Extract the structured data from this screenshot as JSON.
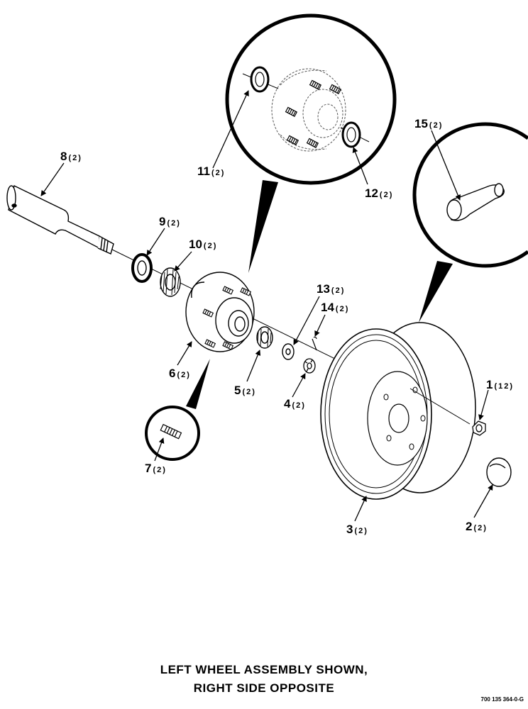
{
  "callouts": [
    {
      "id": "1",
      "qty": "(12)"
    },
    {
      "id": "2",
      "qty": "(2)"
    },
    {
      "id": "3",
      "qty": "(2)"
    },
    {
      "id": "4",
      "qty": "(2)"
    },
    {
      "id": "5",
      "qty": "(2)"
    },
    {
      "id": "6",
      "qty": "(2)"
    },
    {
      "id": "7",
      "qty": "(2)"
    },
    {
      "id": "8",
      "qty": "(2)"
    },
    {
      "id": "9",
      "qty": "(2)"
    },
    {
      "id": "10",
      "qty": "(2)"
    },
    {
      "id": "11",
      "qty": "(2)"
    },
    {
      "id": "12",
      "qty": "(2)"
    },
    {
      "id": "13",
      "qty": "(2)"
    },
    {
      "id": "14",
      "qty": "(2)"
    },
    {
      "id": "15",
      "qty": "(2)"
    }
  ],
  "caption": {
    "line1": "LEFT WHEEL ASSEMBLY SHOWN,",
    "line2": "RIGHT SIDE OPPOSITE"
  },
  "drawing_number": "700 135 364-0-G"
}
